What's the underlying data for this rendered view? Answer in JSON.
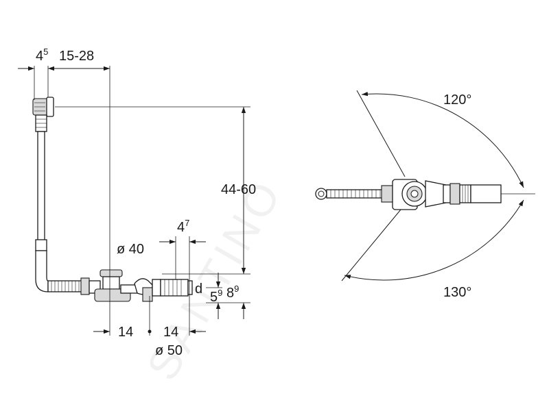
{
  "watermark": "SANTINO",
  "labels": {
    "d1_main": "4",
    "d1_sup": "5",
    "d2": "15-28",
    "d3": "44-60",
    "d4_main": "4",
    "d4_sup": "7",
    "d5": "ø 40",
    "d6": "d",
    "d7_main": "5",
    "d7_sup": "9",
    "d8_main": "8",
    "d8_sup": "9",
    "d9": "14",
    "d10": "14",
    "d11": "ø 50",
    "angle_top": "120°",
    "angle_bottom": "130°"
  }
}
